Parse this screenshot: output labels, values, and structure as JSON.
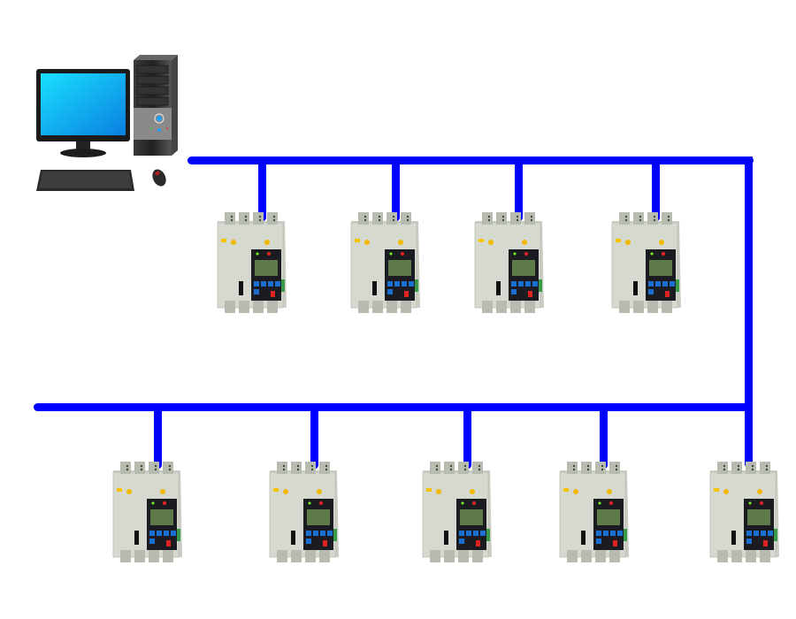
{
  "diagram": {
    "title": "",
    "bus_color": "#0000ff",
    "host": {
      "name": "computer",
      "parts": [
        "monitor",
        "tower",
        "keyboard",
        "mouse"
      ]
    },
    "upper_bus": {
      "name": "upper-bus",
      "devices": [
        "breaker-1",
        "breaker-2",
        "breaker-3",
        "breaker-4"
      ]
    },
    "lower_bus": {
      "name": "lower-bus",
      "devices": [
        "breaker-5",
        "breaker-6",
        "breaker-7",
        "breaker-8",
        "breaker-9"
      ]
    },
    "device_type": "molded-case circuit breaker with intelligent controller",
    "device_count": 9
  }
}
